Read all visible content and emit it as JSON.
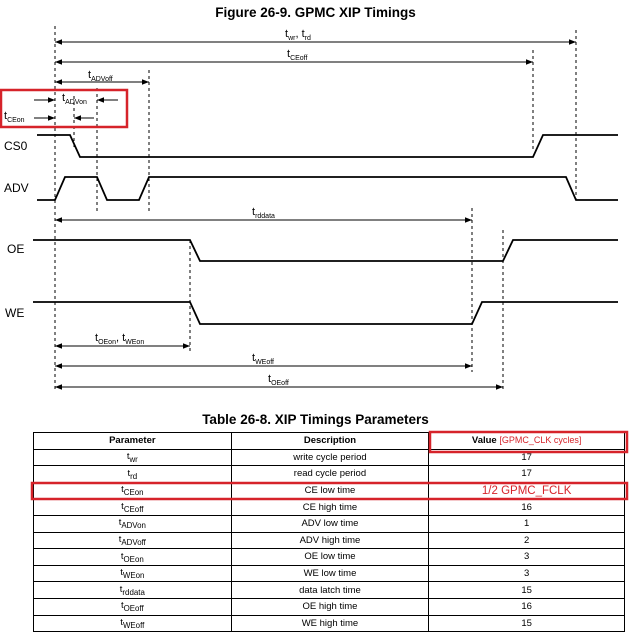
{
  "figure": {
    "title": "Figure 26-9. GPMC XIP Timings",
    "signals": [
      {
        "base": "CS0"
      },
      {
        "base": "ADV"
      },
      {
        "base": "OE"
      },
      {
        "base": "WE"
      }
    ],
    "arrows": [
      {
        "main": "t",
        "sub1": "wr",
        "sep": ", ",
        "main2": "t",
        "sub2": "rd"
      },
      {
        "main": "t",
        "sub1": "CEoff"
      },
      {
        "main": "t",
        "sub1": "ADVoff"
      },
      {
        "main": "t",
        "sub1": "ADVon"
      },
      {
        "main": "t",
        "sub1": "CEon"
      },
      {
        "main": "t",
        "sub1": "rddata"
      },
      {
        "main": "t",
        "sub1": "OEon",
        "sep": ", ",
        "main2": "t",
        "sub2": "WEon"
      },
      {
        "main": "t",
        "sub1": "WEoff"
      },
      {
        "main": "t",
        "sub1": "OEoff"
      }
    ]
  },
  "table": {
    "title": "Table 26-8. XIP Timings Parameters",
    "headers": {
      "parameter": "Parameter",
      "description": "Description",
      "value": "Value",
      "value_unit": "[GPMC_CLK cycles]"
    },
    "rows": [
      {
        "param": "t",
        "sub": "wr",
        "description": "write cycle period",
        "value": "17"
      },
      {
        "param": "t",
        "sub": "rd",
        "description": "read cycle period",
        "value": "17"
      },
      {
        "param": "t",
        "sub": "CEon",
        "description": "CE low time",
        "value": "1/2 GPMC_FCLK"
      },
      {
        "param": "t",
        "sub": "CEoff",
        "description": "CE high time",
        "value": "16"
      },
      {
        "param": "t",
        "sub": "ADVon",
        "description": "ADV low time",
        "value": "1"
      },
      {
        "param": "t",
        "sub": "ADVoff",
        "description": "ADV high time",
        "value": "2"
      },
      {
        "param": "t",
        "sub": "OEon",
        "description": "OE low time",
        "value": "3"
      },
      {
        "param": "t",
        "sub": "WEon",
        "description": "WE low time",
        "value": "3"
      },
      {
        "param": "t",
        "sub": "rddata",
        "description": "data latch time",
        "value": "15"
      },
      {
        "param": "t",
        "sub": "OEoff",
        "description": "OE high time",
        "value": "16"
      },
      {
        "param": "t",
        "sub": "WEoff",
        "description": "WE high time",
        "value": "15"
      }
    ]
  },
  "colors": {
    "highlight": "#d6232a",
    "line": "#000000"
  }
}
